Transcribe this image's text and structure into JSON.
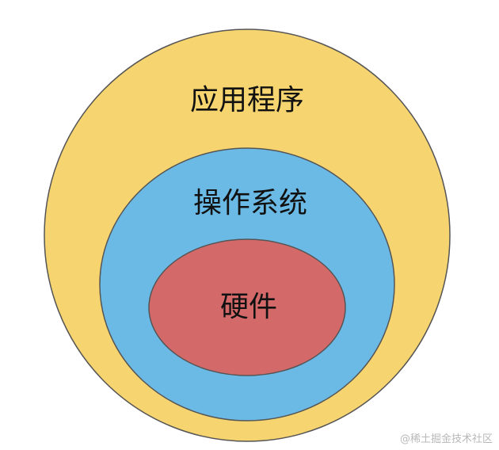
{
  "diagram": {
    "layers": [
      {
        "label": "应用程序",
        "color": "#f6d46f"
      },
      {
        "label": "操作系统",
        "color": "#6bbae6"
      },
      {
        "label": "硬件",
        "color": "#d4696a"
      }
    ],
    "outline_color": "#555555"
  },
  "watermark": "@稀土掘金技术社区"
}
